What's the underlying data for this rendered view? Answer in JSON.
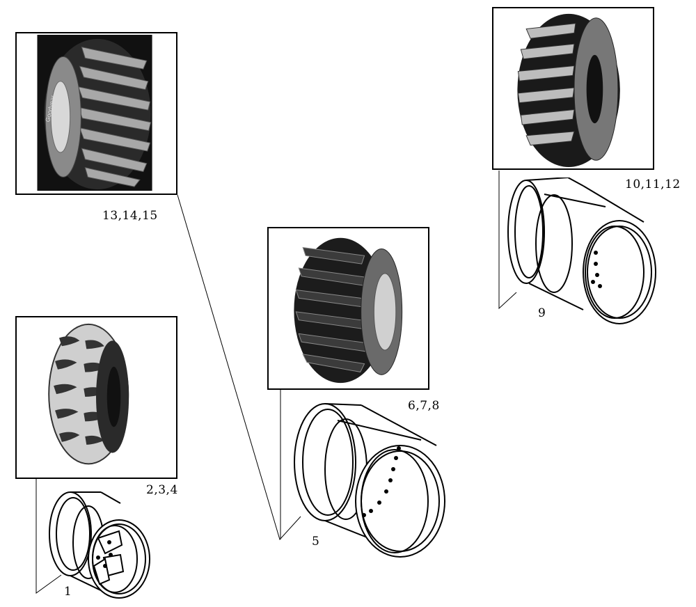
{
  "callouts": {
    "rim_small": "1",
    "tire_small": "2,3,4",
    "rim_medium": "5",
    "tire_medium": "6,7,8",
    "rim_large": "9",
    "tire_large": "10,11,12",
    "tire_agri": "13,14,15"
  },
  "tire_agri_sidewall_text": "Goodyear",
  "icons": [
    "tire-photo",
    "wheel-rim-drawing"
  ],
  "colors": {
    "line": "#000000",
    "background": "#ffffff",
    "tread_dark": "#111111",
    "tread_light": "#c8c8c8"
  }
}
